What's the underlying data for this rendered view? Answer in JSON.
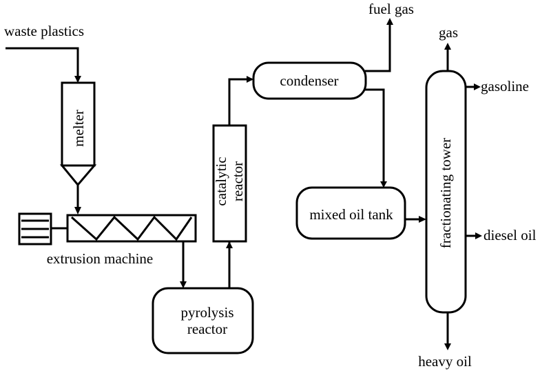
{
  "inputs": {
    "waste_plastics": "waste plastics"
  },
  "units": {
    "melter": "melter",
    "extrusion_machine": "extrusion machine",
    "pyrolysis_reactor_line1": "pyrolysis",
    "pyrolysis_reactor_line2": "reactor",
    "catalytic_reactor_line1": "catalytic",
    "catalytic_reactor_line2": "reactor",
    "condenser": "condenser",
    "mixed_oil_tank": "mixed oil tank",
    "fractionating_tower": "fractionating tower"
  },
  "outputs": {
    "fuel_gas": "fuel gas",
    "gas": "gas",
    "gasoline": "gasoline",
    "diesel_oil": "diesel oil",
    "heavy_oil": "heavy oil"
  }
}
